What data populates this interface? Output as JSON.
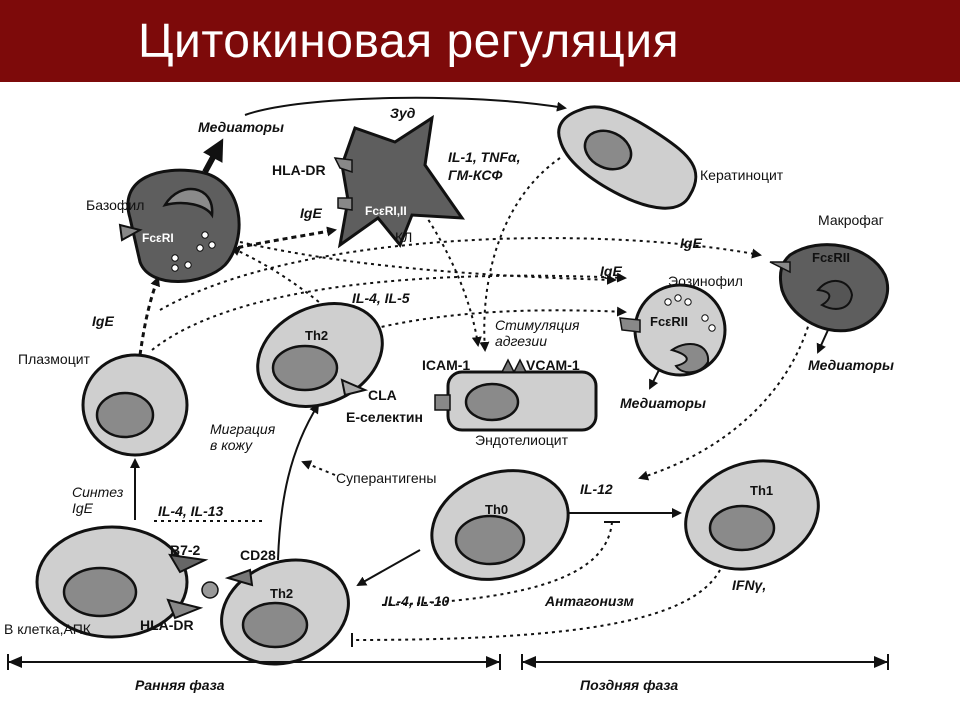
{
  "slide": {
    "title": "Цитокиновая регуляция"
  },
  "colors": {
    "title_bar": "#7d0a0a",
    "title_text": "#ffffff"
  },
  "cells": {
    "basophil": {
      "name": "Базофил",
      "receptor": "FcεRI"
    },
    "mast_cell": {
      "receptors": "FcεRI,II",
      "name": "КЛ",
      "hla": "HLA-DR"
    },
    "keratinocyte": {
      "name": "Кератиноцит"
    },
    "macrophage": {
      "name": "Макрофаг",
      "receptor": "FcεRII"
    },
    "eosinophil": {
      "name": "Эозинофил",
      "receptor": "FcεRII"
    },
    "plasmocyte": {
      "name": "Плазмоцит"
    },
    "th2_upper": {
      "name": "Th2"
    },
    "endothelium": {
      "name": "Эндотелиоцит",
      "icam": "ICAM-1",
      "vcam": "VCAM-1"
    },
    "th0": {
      "name": "Th0"
    },
    "th1": {
      "name": "Th1"
    },
    "b_cell": {
      "name": "В клетка,АПК",
      "b7": "B7-2",
      "hla": "HLA-DR"
    },
    "th2_lower": {
      "name": "Th2",
      "cd28": "CD28"
    }
  },
  "labels": {
    "mediators_top": "Медиаторы",
    "itch": "Зуд",
    "cytokines_mast": "IL-1, TNFα,",
    "cytokines_mast_2": "ГМ-КСФ",
    "ige_mast": "IgE",
    "ige_top": "IgE",
    "ige_eos": "IgE",
    "ige_left": "IgE",
    "il4_il5": "IL-4, IL-5",
    "adhesion_1": "Стимуляция",
    "adhesion_2": "адгезии",
    "cla": "CLA",
    "e_selectin": "E-селектин",
    "migration_1": "Миграция",
    "migration_2": "в кожу",
    "superantigens": "Суперантигены",
    "synthesis_1": "Синтез",
    "synthesis_2": "IgE",
    "il4_il13": "IL-4, IL-13",
    "il12": "IL-12",
    "il4_il10": "IL-4, IL-10",
    "antagonism": "Антагонизм",
    "ifn": "IFNγ,",
    "mediators_eos": "Медиаторы",
    "mediators_mac": "Медиаторы",
    "early_phase": "Ранняя фаза",
    "late_phase": "Поздняя фаза"
  }
}
